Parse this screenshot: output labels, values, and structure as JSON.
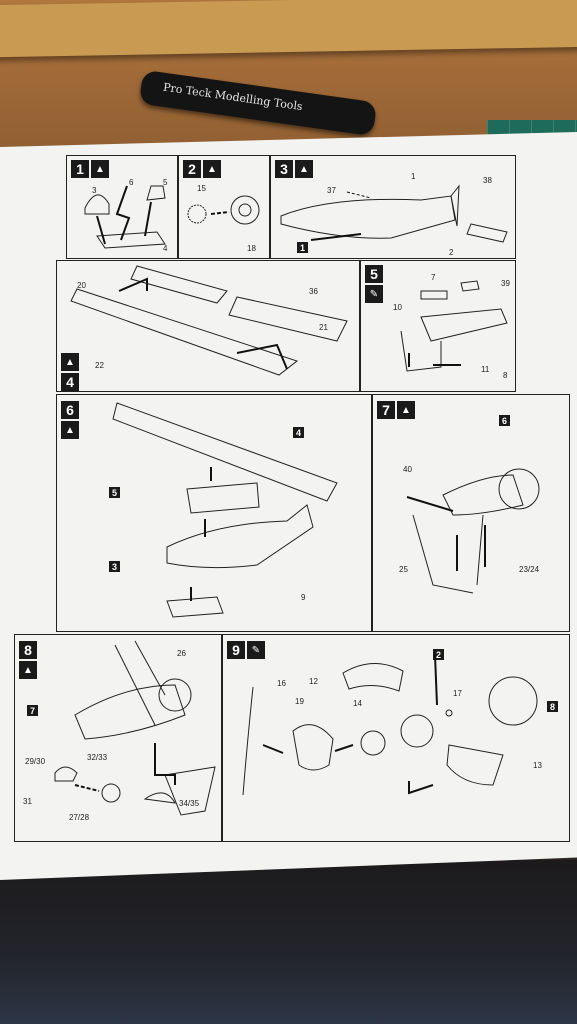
{
  "tool": {
    "brand_text": "Pro Teck Modelling Tools"
  },
  "steps": [
    {
      "num": "1",
      "labels": [
        "3",
        "6",
        "5",
        "4"
      ]
    },
    {
      "num": "2",
      "labels": [
        "15",
        "18"
      ]
    },
    {
      "num": "3",
      "labels": [
        "37",
        "1",
        "38",
        "2"
      ],
      "refs": [
        "1"
      ]
    },
    {
      "num": "4",
      "labels": [
        "20",
        "36",
        "21",
        "22"
      ]
    },
    {
      "num": "5",
      "labels": [
        "7",
        "39",
        "10",
        "11",
        "8"
      ]
    },
    {
      "num": "6",
      "labels": [
        "9"
      ],
      "refs": [
        "4",
        "5",
        "3"
      ]
    },
    {
      "num": "7",
      "labels": [
        "40",
        "25",
        "23/24"
      ],
      "refs": [
        "6"
      ]
    },
    {
      "num": "8",
      "labels": [
        "26",
        "29/30",
        "32/33",
        "31",
        "27/28",
        "34/35"
      ],
      "refs": [
        "7"
      ]
    },
    {
      "num": "9",
      "labels": [
        "16",
        "12",
        "19",
        "14",
        "17",
        "13"
      ],
      "refs": [
        "2",
        "8"
      ]
    }
  ],
  "colors": {
    "paper": "#f3f3f1",
    "ink": "#1a1a1a",
    "desk": "#a06a38",
    "mat": "#1e6b5a"
  },
  "icons": [
    "glue-icon",
    "wrench-icon"
  ]
}
